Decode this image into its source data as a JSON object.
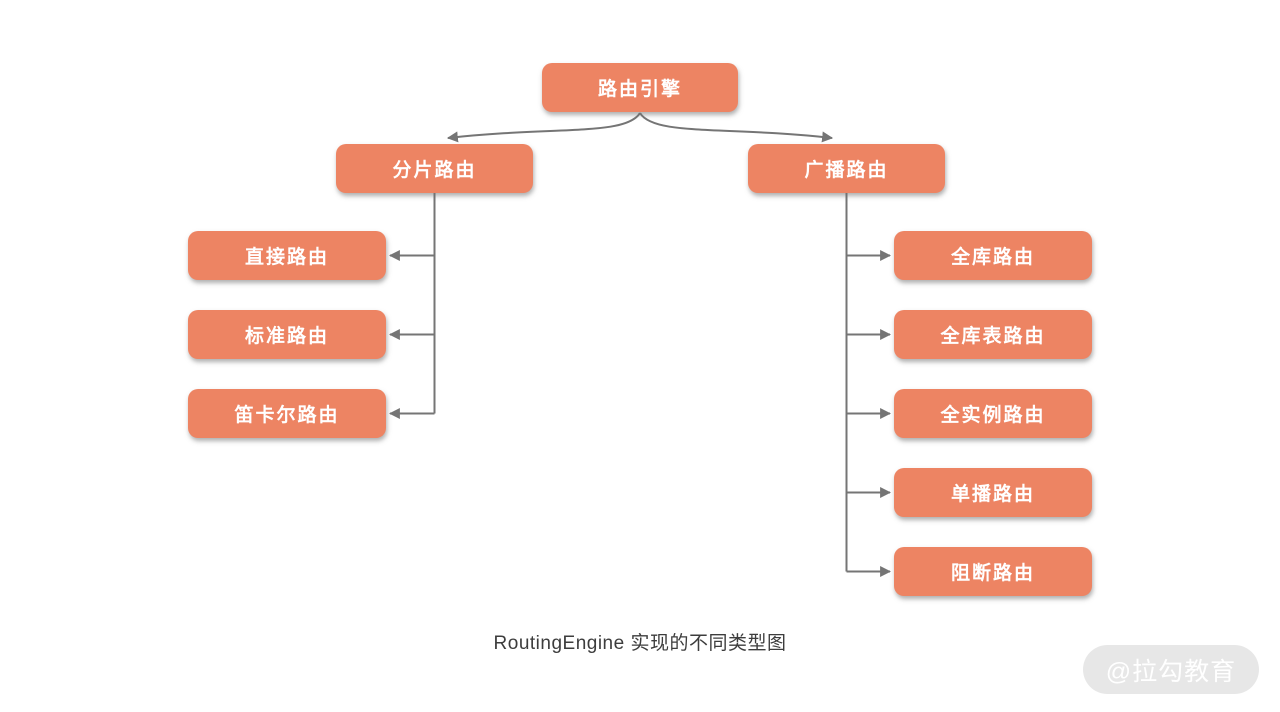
{
  "diagram": {
    "root": {
      "label": "路由引擎"
    },
    "branches": [
      {
        "label": "分片路由",
        "children": [
          {
            "label": "直接路由"
          },
          {
            "label": "标准路由"
          },
          {
            "label": "笛卡尔路由"
          }
        ]
      },
      {
        "label": "广播路由",
        "children": [
          {
            "label": "全库路由"
          },
          {
            "label": "全库表路由"
          },
          {
            "label": "全实例路由"
          },
          {
            "label": "单播路由"
          },
          {
            "label": "阻断路由"
          }
        ]
      }
    ],
    "caption": "RoutingEngine 实现的不同类型图",
    "watermark": "@拉勾教育",
    "colors": {
      "node_fill": "#ED8463",
      "node_text": "#FFFFFF",
      "line": "#757575",
      "caption_text": "#3D3D3D",
      "watermark_bg": "#E7E7E7",
      "watermark_text": "#FFFFFF"
    }
  }
}
